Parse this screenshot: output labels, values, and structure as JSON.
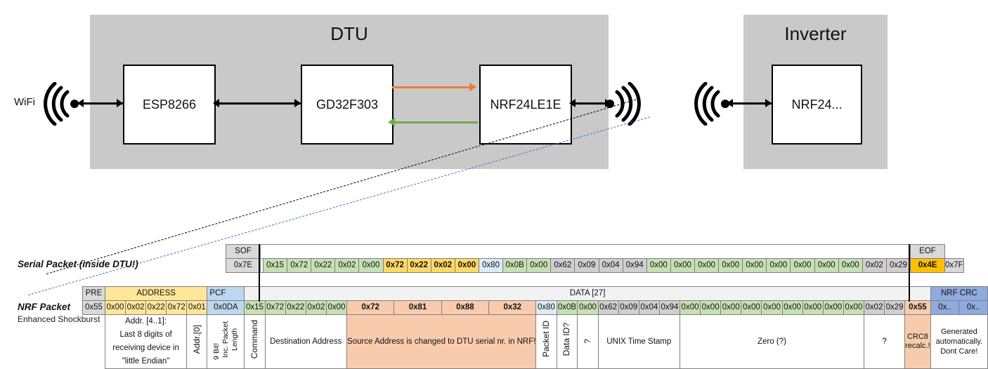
{
  "diagram": {
    "dtu": {
      "title": "DTU",
      "chips": [
        "ESP8266",
        "GD32F303",
        "NRF24LE1E"
      ]
    },
    "inverter": {
      "title": "Inverter",
      "chip": "NRF24..."
    },
    "wifi_label": "WiFi",
    "accent_orange": "#ED7D31",
    "accent_green": "#70AD47"
  },
  "labels": {
    "serial_packet": "Serial Packet (inside DTU!)",
    "nrf_packet": "NRF Packet",
    "enhanced_shockburst": "Enhanced Shockburst"
  },
  "serial": {
    "sof_header": "SOF",
    "sof_value": "0x7E",
    "eof_header": "EOF",
    "eof_value": "0x7F",
    "bytes": [
      {
        "v": "0x15",
        "c": "green"
      },
      {
        "v": "0x72",
        "c": "green"
      },
      {
        "v": "0x22",
        "c": "green"
      },
      {
        "v": "0x02",
        "c": "green"
      },
      {
        "v": "0x00",
        "c": "green"
      },
      {
        "v": "0x72",
        "c": "yellow"
      },
      {
        "v": "0x22",
        "c": "yellow"
      },
      {
        "v": "0x02",
        "c": "yellow"
      },
      {
        "v": "0x00",
        "c": "yellow"
      },
      {
        "v": "0x80",
        "c": "bluel"
      },
      {
        "v": "0x0B",
        "c": "green"
      },
      {
        "v": "0x00",
        "c": "green"
      },
      {
        "v": "0x62",
        "c": "gray"
      },
      {
        "v": "0x09",
        "c": "gray"
      },
      {
        "v": "0x04",
        "c": "gray"
      },
      {
        "v": "0x94",
        "c": "gray"
      },
      {
        "v": "0x00",
        "c": "green"
      },
      {
        "v": "0x00",
        "c": "green"
      },
      {
        "v": "0x00",
        "c": "green"
      },
      {
        "v": "0x00",
        "c": "green"
      },
      {
        "v": "0x00",
        "c": "green"
      },
      {
        "v": "0x00",
        "c": "green"
      },
      {
        "v": "0x00",
        "c": "green"
      },
      {
        "v": "0x00",
        "c": "green"
      },
      {
        "v": "0x00",
        "c": "green"
      },
      {
        "v": "0x02",
        "c": "gray"
      },
      {
        "v": "0x29",
        "c": "gray"
      },
      {
        "v": "0x4E",
        "c": "orange"
      }
    ]
  },
  "nrf": {
    "headers": {
      "pre": "PRE",
      "address": "ADDRESS",
      "pcf": "PCF",
      "data": "DATA [27]",
      "crc": "NRF CRC"
    },
    "pre_value": "0x55",
    "address_values": [
      "0x00",
      "0x02",
      "0x22",
      "0x72",
      "0x01"
    ],
    "pcf_value": "0x0DA",
    "crc_values": [
      "0x..",
      "0x.."
    ],
    "bytes": [
      {
        "v": "0x15",
        "c": "green"
      },
      {
        "v": "0x72",
        "c": "green"
      },
      {
        "v": "0x22",
        "c": "green"
      },
      {
        "v": "0x02",
        "c": "green"
      },
      {
        "v": "0x00",
        "c": "green"
      },
      {
        "v": "0x72",
        "c": "peach"
      },
      {
        "v": "0x81",
        "c": "peach"
      },
      {
        "v": "0x88",
        "c": "peach"
      },
      {
        "v": "0x32",
        "c": "peach"
      },
      {
        "v": "0x80",
        "c": "bluel"
      },
      {
        "v": "0x0B",
        "c": "green"
      },
      {
        "v": "0x00",
        "c": "green"
      },
      {
        "v": "0x62",
        "c": "gray"
      },
      {
        "v": "0x09",
        "c": "gray"
      },
      {
        "v": "0x04",
        "c": "gray"
      },
      {
        "v": "0x94",
        "c": "gray"
      },
      {
        "v": "0x00",
        "c": "green"
      },
      {
        "v": "0x00",
        "c": "green"
      },
      {
        "v": "0x00",
        "c": "green"
      },
      {
        "v": "0x00",
        "c": "green"
      },
      {
        "v": "0x00",
        "c": "green"
      },
      {
        "v": "0x00",
        "c": "green"
      },
      {
        "v": "0x00",
        "c": "green"
      },
      {
        "v": "0x00",
        "c": "green"
      },
      {
        "v": "0x00",
        "c": "green"
      },
      {
        "v": "0x02",
        "c": "gray"
      },
      {
        "v": "0x29",
        "c": "gray"
      },
      {
        "v": "0x55",
        "c": "peach"
      }
    ]
  },
  "descriptions": {
    "address": "Addr. [4..1]:\nLast 8 digits of receiving device in \"little Endian\"",
    "addr0": "Addr.[0]",
    "pcf_line1": "9 Bit!",
    "pcf_line2": "Inc. Packet Length",
    "command": "Command",
    "destination": "Destination Address",
    "source": "Source Address is changed to DTU serial nr. in NRF!",
    "packet_id": "Packet ID",
    "data_id": "Data ID?",
    "unknown1": "?",
    "timestamp": "UNIX Time Stamp",
    "zero": "Zero (?)",
    "unknown2": "?",
    "crc8": "CRC8 recalc.!",
    "nrf_crc": "Generated automatically. Dont Care!"
  }
}
